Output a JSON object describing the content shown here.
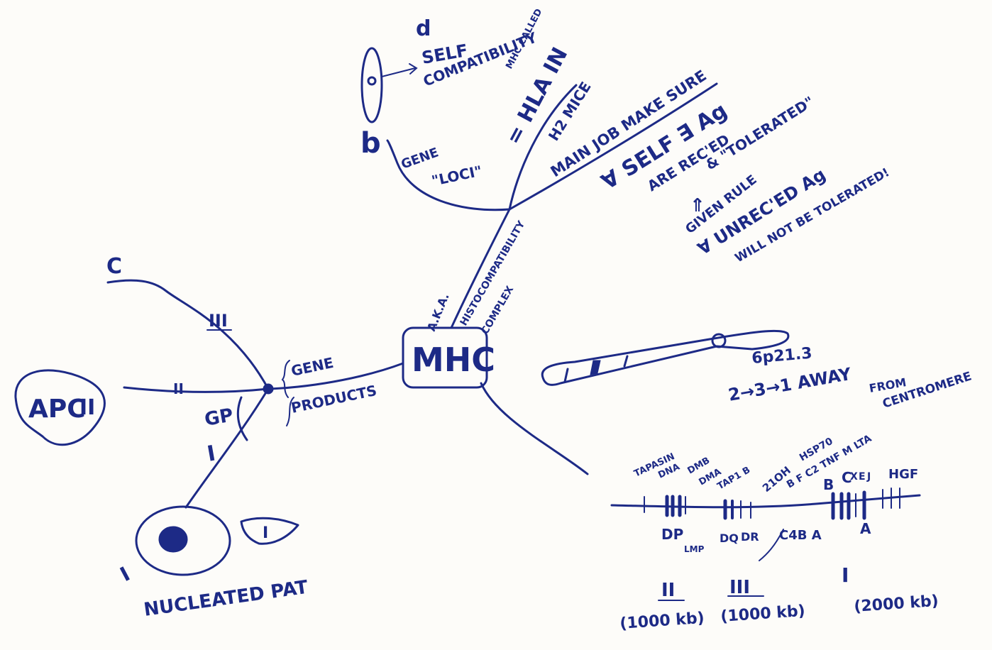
{
  "center": {
    "label": "MHC"
  },
  "top_branch": {
    "label_a": "A.K.A.",
    "label_b": "HISTOCOMPATIBILITY",
    "label_c": "COMPLEX"
  },
  "self_compat": {
    "glyph_d": "d",
    "glyph_b": "b",
    "text_line1": "SELF",
    "text_line2": "COMPATIBILITY"
  },
  "gene_loci": {
    "line1": "GENE",
    "line2": "\"LOCI\""
  },
  "human": {
    "text": "= HLA IN",
    "small_above": "MHC CALLED"
  },
  "mice": {
    "text": "H2 MICE"
  },
  "job": {
    "heading": "MAIN JOB MAKE SURE",
    "line1": "∀ SELF ∃ Ag",
    "line2": "ARE REC'ED",
    "line3": "& \"TOLERATED\"",
    "arrow_text": "⇑",
    "line4": "GIVEN RULE",
    "line5": "∀ UNREC'ED Ag",
    "line6": "WILL NOT BE TOLERATED!"
  },
  "gene_products": {
    "line1": "GENE",
    "line2": "PRODUCTS",
    "class_III": "III",
    "class_II": "II",
    "class_I": "I",
    "label_c": "C",
    "label_gp": "GP",
    "apc_label": "APC",
    "apc_marker": "II",
    "nucleated": "NUCLEATED PAT",
    "cell_I": "I",
    "small_I": "I"
  },
  "chromosome": {
    "location": "6p21.3",
    "order": "2→3→1 AWAY",
    "order2": "FROM",
    "order3": "CENTROMERE"
  },
  "gene_map": {
    "tapasin": "TAPASIN",
    "dna": "DNA",
    "dmb": "DMB",
    "dma": "DMA",
    "tapbp": "TAP1 B",
    "c21oh": "21OH",
    "hsp70": "HSP70",
    "tnf": "B F C2 TNF M LTA",
    "b": "B",
    "c": "C",
    "x": "X",
    "e": "E",
    "j": "J",
    "hgf": "HGF",
    "dp": "DP",
    "lmp": "LMP",
    "dq": "DQ",
    "dr": "DR",
    "c4ba": "C4B A",
    "a": "A",
    "region_II": "II",
    "region_III": "III",
    "region_I": "I",
    "size_II": "(1000 kb)",
    "size_III": "(1000 kb)",
    "size_I": "(2000 kb)"
  },
  "colors": {
    "ink": "#1d2a86",
    "paper": "#fdfcf9"
  }
}
